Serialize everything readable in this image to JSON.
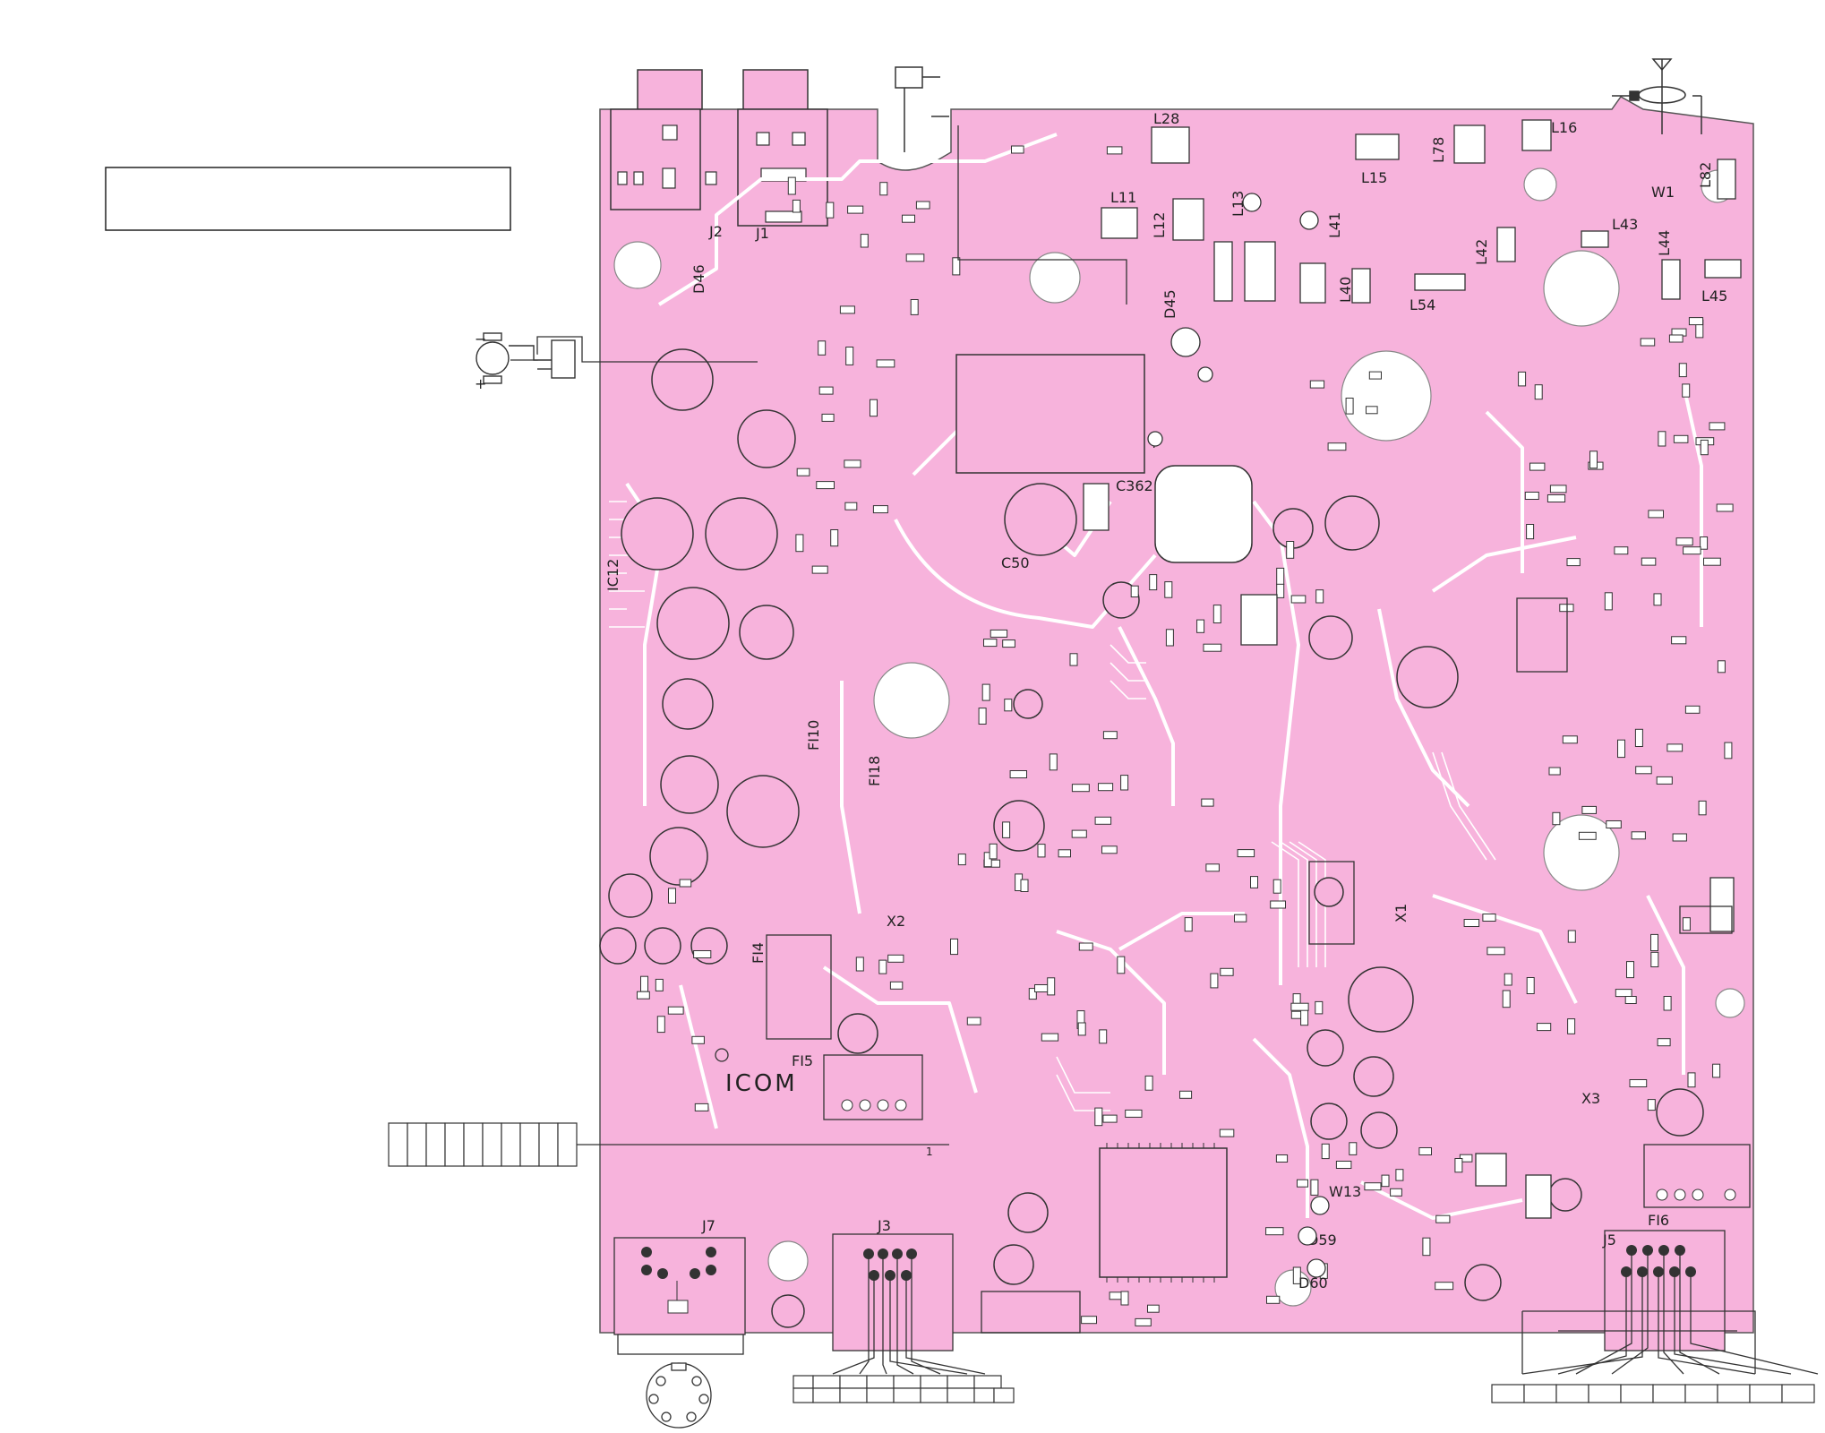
{
  "board": {
    "brand": "ICOM",
    "colors": {
      "board": "#f7b3dc",
      "trace": "#ffffff",
      "ink": "#1a1a1a"
    }
  },
  "labels": {
    "c362": "C362",
    "c50": "C50",
    "d45": "D45",
    "d46": "D46",
    "d59": "D59",
    "d60": "D60",
    "fi10": "FI10",
    "fi18": "FI18",
    "fi4": "FI4",
    "fi5": "FI5",
    "fi6": "FI6",
    "ic12": "IC12",
    "j1": "J1",
    "j2": "J2",
    "j3": "J3",
    "j5": "J5",
    "j7": "J7",
    "l11": "L11",
    "l12": "L12",
    "l13": "L13",
    "l15": "L15",
    "l16": "L16",
    "l28": "L28",
    "l40": "L40",
    "l41": "L41",
    "l42": "L42",
    "l43": "L43",
    "l44": "L44",
    "l45": "L45",
    "l54": "L54",
    "l78": "L78",
    "l82": "L82",
    "w1": "W1",
    "w13": "W13",
    "x1": "X1",
    "x2": "X2",
    "x3": "X3",
    "pin1": "1",
    "plus": "+",
    "minus": "−"
  }
}
